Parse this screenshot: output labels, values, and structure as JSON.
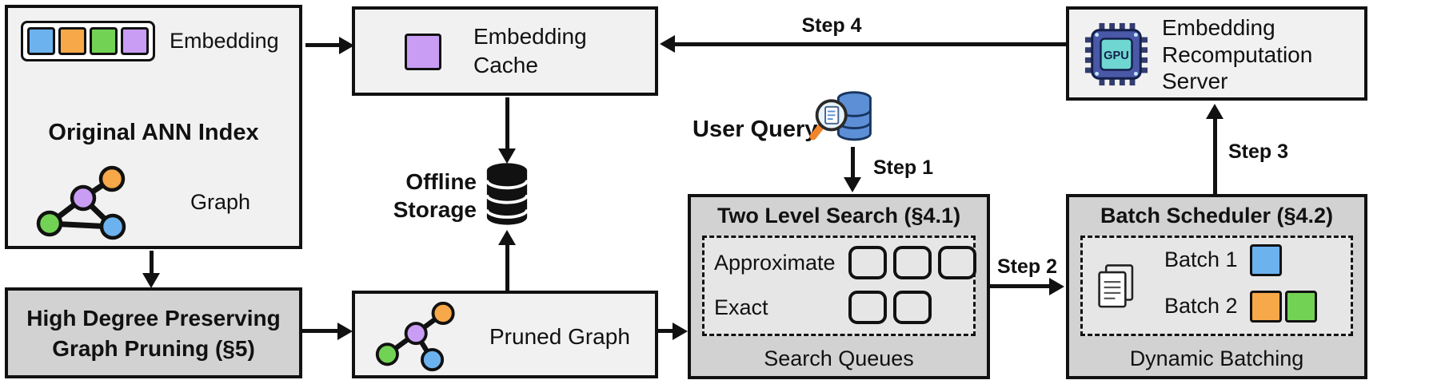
{
  "colors": {
    "blue": "#6cb2ef",
    "orange": "#f7a848",
    "green": "#72d254",
    "purple": "#c99df4",
    "arrow": "#111111",
    "box_light": "#f1f1f1",
    "box_gray": "#d2d2d2"
  },
  "ann_index": {
    "embedding_label": "Embedding",
    "title": "Original ANN Index",
    "graph_label": "Graph"
  },
  "embedding_cache": {
    "label": "Embedding\nCache"
  },
  "recomputation_server": {
    "label": "Embedding\nRecomputation\nServer",
    "chip_text": "GPU"
  },
  "offline_storage": {
    "label": "Offline\nStorage"
  },
  "user_query": {
    "label": "User Query"
  },
  "steps": {
    "step1": "Step 1",
    "step2": "Step 2",
    "step3": "Step 3",
    "step4": "Step 4"
  },
  "two_level_search": {
    "title": "Two Level Search (§4.1)",
    "approximate_label": "Approximate",
    "exact_label": "Exact",
    "approximate_slots": 3,
    "exact_slots": 2,
    "footer": "Search Queues"
  },
  "batch_scheduler": {
    "title": "Batch Scheduler (§4.2)",
    "batch1_label": "Batch 1",
    "batch2_label": "Batch 2",
    "footer": "Dynamic Batching"
  },
  "graph_pruning": {
    "title": "High Degree Preserving\nGraph Pruning (§5)"
  },
  "pruned_graph": {
    "label": "Pruned Graph"
  }
}
